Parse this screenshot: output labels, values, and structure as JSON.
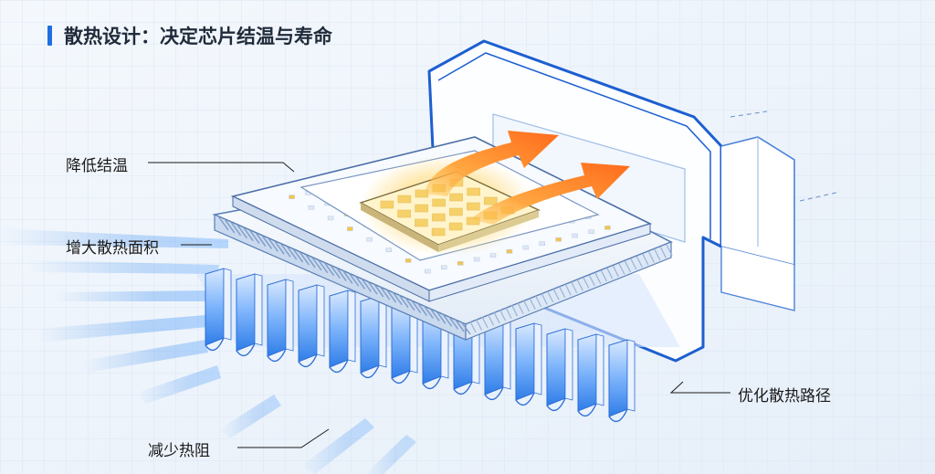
{
  "title": "散热设计：决定芯片结温与寿命",
  "callouts": {
    "junction": "降低结温",
    "area": "增大散热面积",
    "path": "优化散热路径",
    "resistance": "减少热阻"
  },
  "colors": {
    "accent_bar": "#1f6fe0",
    "heat_arrow_start": "#ffc24a",
    "heat_arrow_end": "#ff6a1a",
    "airflow": "#3d8ef0",
    "fin_blue": "#2f7de8",
    "housing_stroke": "#1d5fd0",
    "chip_gold": "#f3c64a"
  },
  "icons": {
    "heat_flow": "orange-arrow-icon",
    "airflow": "airflow-streaks-icon"
  }
}
